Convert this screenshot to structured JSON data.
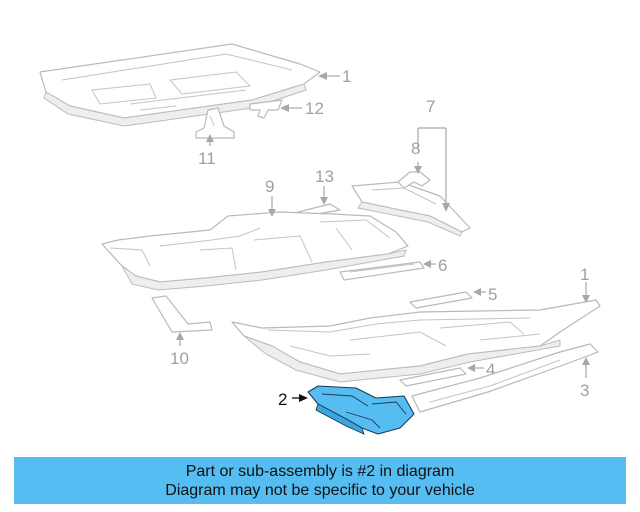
{
  "callouts": {
    "c1a": "1",
    "c12": "12",
    "c11": "11",
    "c7": "7",
    "c8": "8",
    "c13": "13",
    "c9": "9",
    "c6": "6",
    "c5": "5",
    "c1b": "1",
    "c10": "10",
    "c4": "4",
    "c3": "3",
    "c2": "2"
  },
  "highlight": {
    "color": "#55bdf2",
    "part_number": "2"
  },
  "banner": {
    "line1": "Part or sub-assembly is #2 in diagram",
    "line2": "Diagram may not be specific to your vehicle"
  }
}
